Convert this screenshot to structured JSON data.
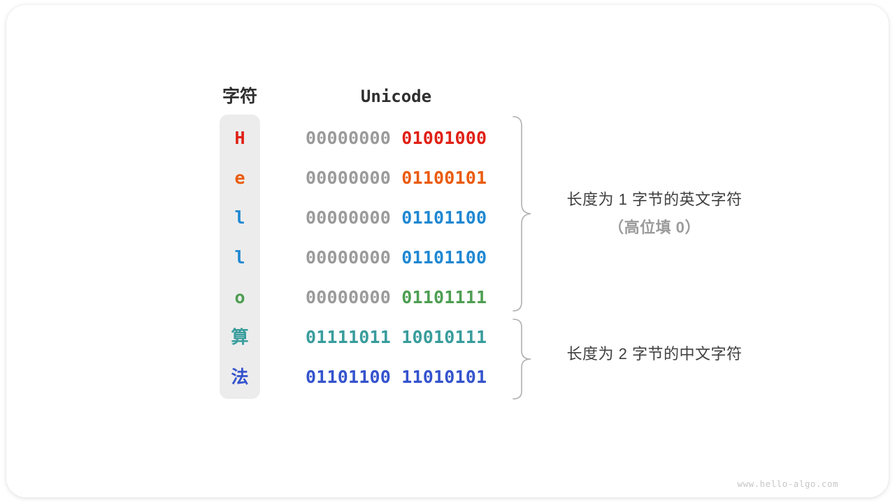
{
  "header": {
    "char_col": "字符",
    "unicode_col": "Unicode"
  },
  "rows": [
    {
      "char": "H",
      "byte1": "00000000",
      "byte2": "01001000",
      "color": "#e02015",
      "byte1_colored": false
    },
    {
      "char": "e",
      "byte1": "00000000",
      "byte2": "01100101",
      "color": "#ea5b0c",
      "byte1_colored": false
    },
    {
      "char": "l",
      "byte1": "00000000",
      "byte2": "01101100",
      "color": "#1f88d2",
      "byte1_colored": false
    },
    {
      "char": "l",
      "byte1": "00000000",
      "byte2": "01101100",
      "color": "#1f88d2",
      "byte1_colored": false
    },
    {
      "char": "o",
      "byte1": "00000000",
      "byte2": "01101111",
      "color": "#4e9e52",
      "byte1_colored": false
    },
    {
      "char": "算",
      "byte1": "01111011",
      "byte2": "10010111",
      "color": "#399c9c",
      "byte1_colored": true
    },
    {
      "char": "法",
      "byte1": "01101100",
      "byte2": "11010101",
      "color": "#3453cd",
      "byte1_colored": true
    }
  ],
  "annotations": {
    "group1_line1": "长度为 1 字节的英文字符",
    "group1_line2": "（高位填 0）",
    "group2_line1": "长度为 2 字节的中文字符"
  },
  "watermark": "www.hello-algo.com",
  "colors": {
    "byte_gray": "#9a9a9a",
    "char_col_bg": "#ececec",
    "brace": "#b0b0b0",
    "annotation_primary": "#404040",
    "annotation_secondary": "#9b9b9b",
    "header_text": "#2f2f2f",
    "watermark": "#c6c6c6"
  }
}
